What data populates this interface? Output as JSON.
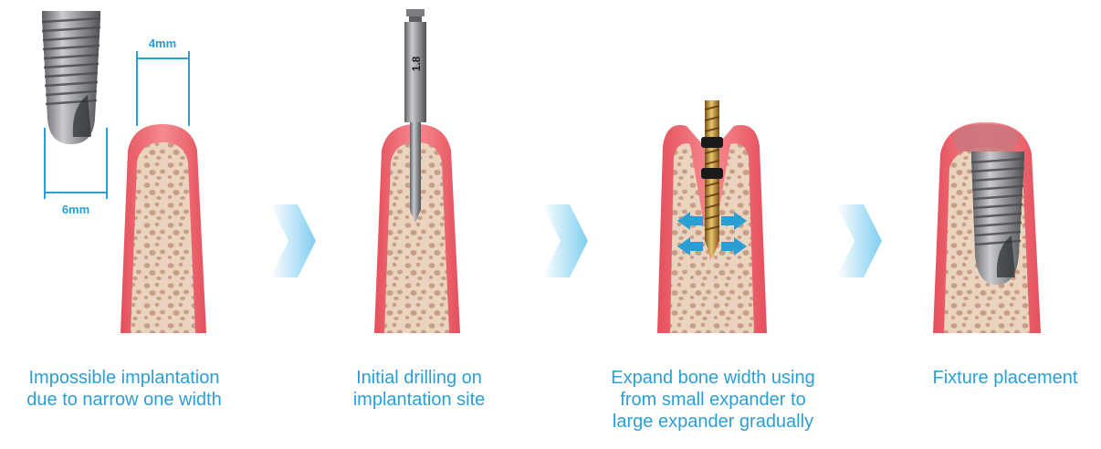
{
  "steps": [
    {
      "caption_lines": [
        "Impossible implantation",
        "due to narrow one width"
      ]
    },
    {
      "caption_lines": [
        "Initial drilling on",
        "implantation site"
      ]
    },
    {
      "caption_lines": [
        "Expand bone width using",
        "from small expander to",
        "large expander gradually"
      ]
    },
    {
      "caption_lines": [
        "Fixture placement"
      ]
    }
  ],
  "dimensions": {
    "ridge_width": "4mm",
    "implant_width": "6mm"
  },
  "drill_label": "1.8",
  "colors": {
    "caption": "#2a9fd6",
    "gum": "#f26a73",
    "bone": "#e9d1bc",
    "bone_pore": "#c79c82",
    "arrow_chevron": "#8fd3f2",
    "expand_arrow": "#2a9fd6",
    "implant": "#8d8f93",
    "expander": "#c89a3c"
  },
  "icons": [
    "implant-icon",
    "drill-icon",
    "expander-icon",
    "expand-arrow-icon",
    "chevron-right-icon"
  ]
}
